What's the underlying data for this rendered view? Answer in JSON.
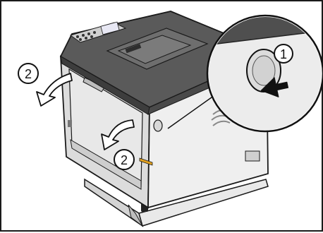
{
  "illustration": {
    "step_markers": {
      "press_button": "1",
      "open_cover_left": "2",
      "open_cover_front": "2"
    },
    "icons": {
      "printer": "printer-illustration",
      "button": "cover-release-button-icon",
      "hand_arrow": "push-arrow-icon",
      "open_arrows": "curved-arrow-icon"
    },
    "colors": {
      "printer_top": "#555555",
      "printer_body": "#e6e6e6",
      "printer_shade": "#cfcfcf",
      "outline": "#1a1a1a",
      "arrow_fill": "#ffffff",
      "push_arrow": "#111111",
      "tape_accent": "#e0a020"
    }
  }
}
